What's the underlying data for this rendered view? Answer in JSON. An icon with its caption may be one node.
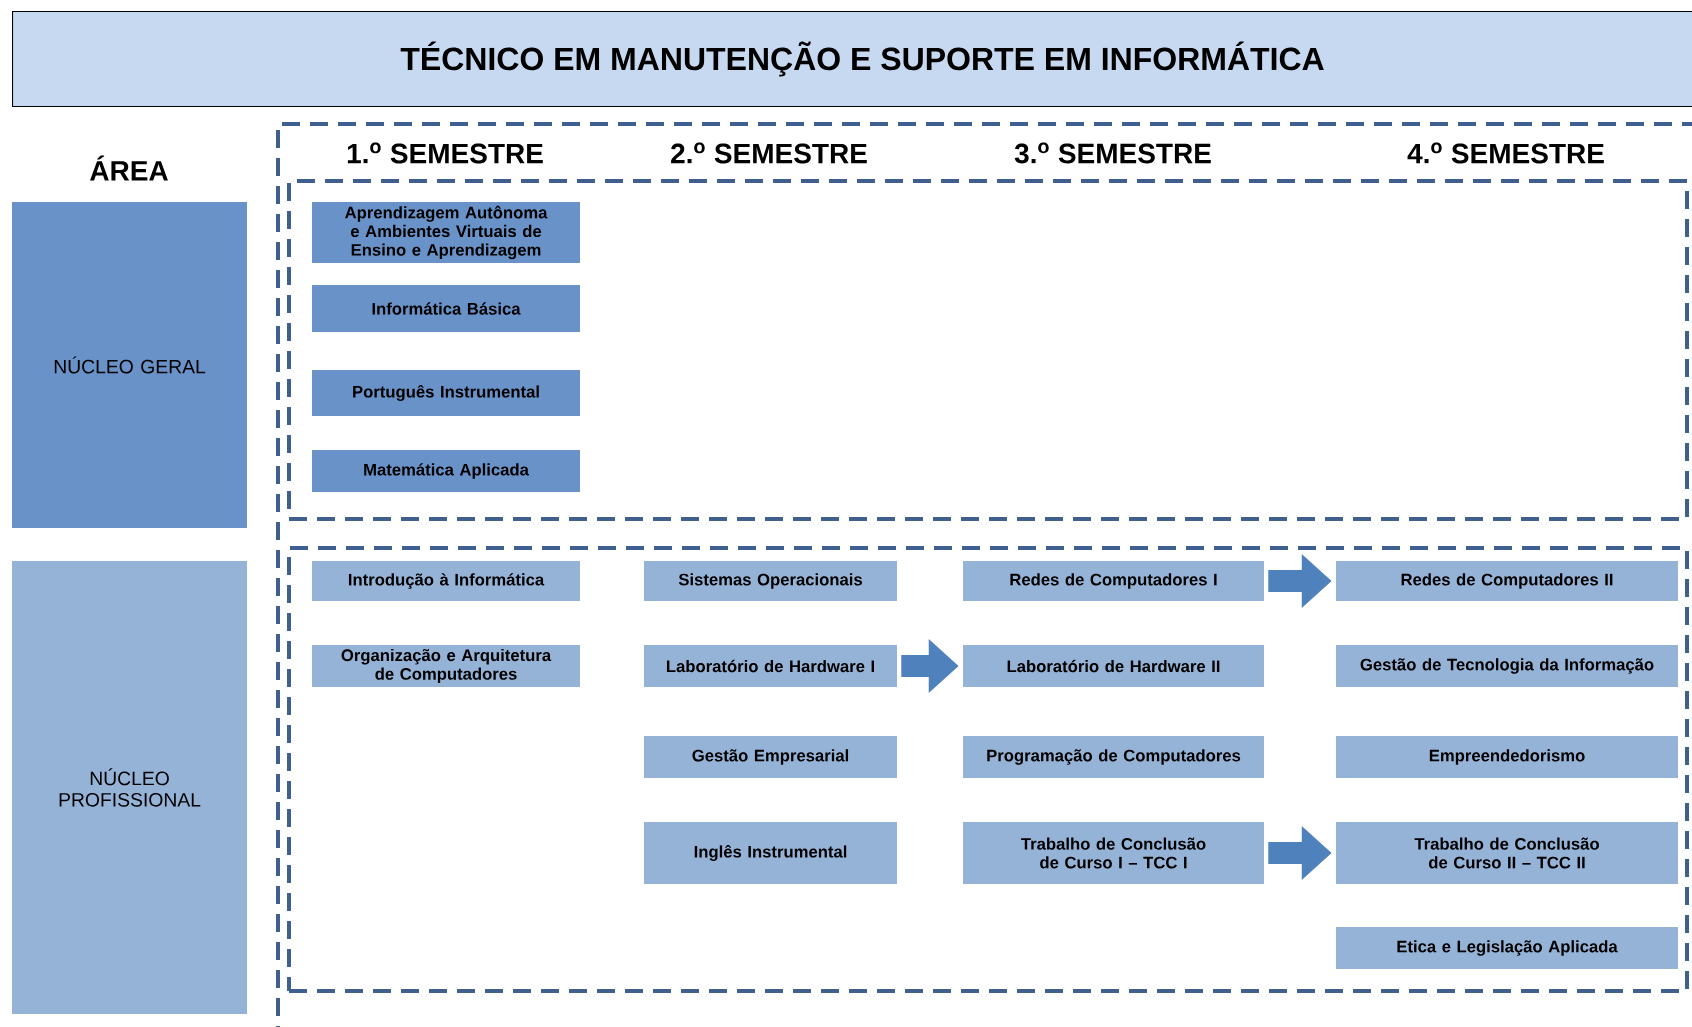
{
  "diagram": {
    "title": "TÉCNICO EM MANUTENÇÃO E SUPORTE EM INFORMÁTICA",
    "nodes": [
      {
        "text": [
          "NÚCLEO GERAL"
        ]
      },
      {
        "text": [
          "NÚCLEO PROFISSIONAL"
        ]
      },
      {
        "text": [
          "1.$^{o}$ SEMESTRE",
          "2.$^{o}$ SEMESTRE",
          "3.$^{o}$ SEMESTRE",
          "4.$^{o}$ SEMESTRE"
        ]
      },
      {
        "text": [],
        "shape": "box",
        "in": 2
      },
      {
        "text": [
          "Aprendizagem Autônoma e Ambientes Virtuais de Ensino e Aprendizagem"
        ],
        "in": 3
      },
      {
        "text": [
          "Informática Básica"
        ],
        "in": 3
      },
      {
        "text": [
          "Português Instrumental"
        ],
        "in": 3
      },
      {
        "text": [
          "Matemática Aplicada"
        ],
        "in": 3
      },
      {
        "text": [],
        "shape": "box",
        "in": 2
      },
      {
        "text": [
          "Introdução à Informática"
        ],
        "in": 8
      },
      {
        "text": [
          "Sistemas Operacionais"
        ],
        "in": 8
      },
      {
        "text": [
          "Redes de Computadores I"
        ],
        "in": 8
      },
      {
        "text": [
          "Redes de Computadores II"
        ],
        "in": 8
      },
      {
        "text": [
          "Organização e Arquitetura de Computadores"
        ],
        "in": 8
      },
      {
        "text": [
          "Laboratório de Hardware I"
        ],
        "in": 8
      },
      {
        "text": [
          "Laboratório de Hardware II"
        ],
        "in": 8
      },
      {
        "text": [
          "Gestão de Tecnologia da Informação"
        ],
        "in": 8
      },
      {
        "text": [
          "Gestão Empresarial"
        ],
        "in": 8
      },
      {
        "text": [
          "Programação de Computadores"
        ],
        "in": 8
      },
      {
        "text": [
          "Empreendedorismo"
        ],
        "in": 8
      },
      {
        "text": [
          "Inglês Instrumental"
        ],
        "in": 8
      },
      {
        "text": [
          "Trabalho de Conclusão de Curso I – TCC I"
        ],
        "in": 8
      },
      {
        "text": [
          "Trabalho de Conclusão de Curso II – TCC II"
        ],
        "in": 8
      },
      {
        "text": [
          "Etica e Legislação Aplicada"
        ],
        "in": 8
      }
    ],
    "edges": [
      {
        "from": 11,
        "to": 12,
        "arrow": "to"
      },
      {
        "from": 14,
        "to": 15,
        "arrow": "to"
      },
      {
        "from": 21,
        "to": 22,
        "arrow": "to"
      }
    ],
    "labels": [
      "ÁREA"
    ]
  }
}
